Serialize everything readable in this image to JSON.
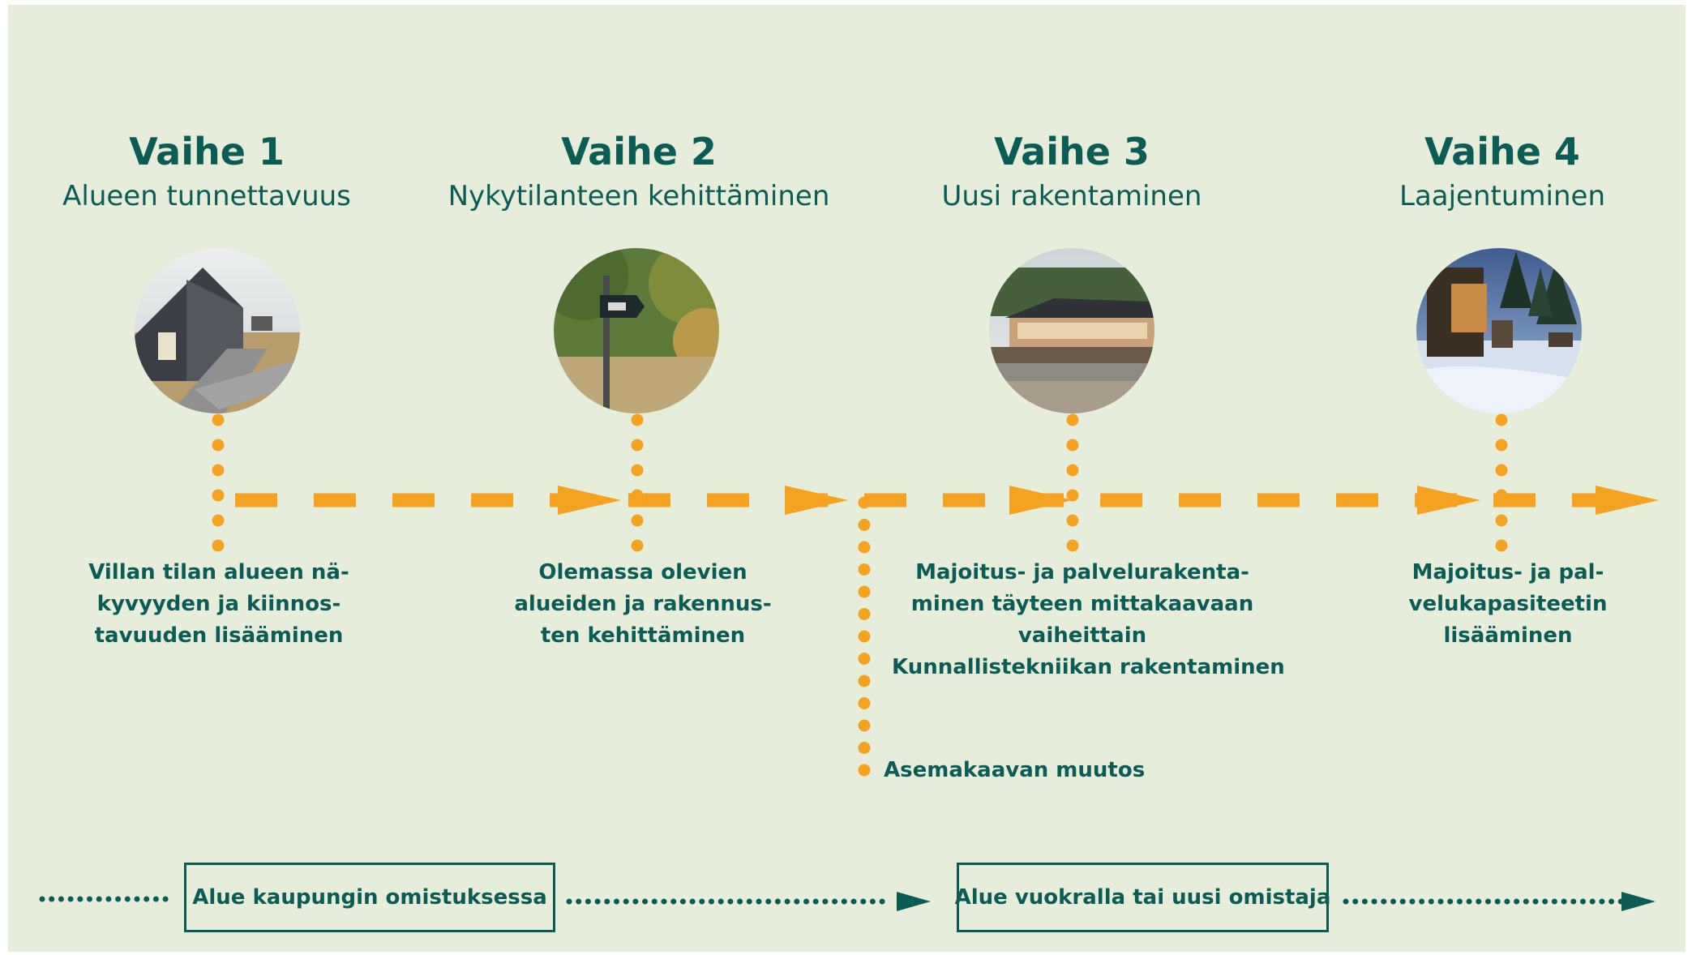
{
  "phases": [
    {
      "title": "Vaihe 1",
      "subtitle": "Alueen tunnettavuus",
      "image_icon": "boardwalk-cabin-photo-icon",
      "description": [
        "Villan tilan alueen nä-",
        "kyvyyden ja kiinnos-",
        "tavuuden lisääminen"
      ]
    },
    {
      "title": "Vaihe 2",
      "subtitle": "Nykytilanteen kehittäminen",
      "image_icon": "villa-signpost-photo-icon",
      "description": [
        "Olemassa olevien",
        "alueiden ja rakennus-",
        "ten kehittäminen"
      ]
    },
    {
      "title": "Vaihe 3",
      "subtitle": "Uusi rakentaminen",
      "image_icon": "lakeside-sauna-photo-icon",
      "description": [
        "Majoitus- ja palvelurakenta-",
        "minen  täyteen mittakaavaan",
        "vaiheittain",
        "Kunnallistekniikan rakentaminen"
      ]
    },
    {
      "title": "Vaihe 4",
      "subtitle": "Laajentuminen",
      "image_icon": "winter-cabins-photo-icon",
      "description": [
        "Majoitus- ja pal-",
        "velukapasiteetin",
        "lisääminen"
      ]
    }
  ],
  "zoning_change": "Asemakaavan muutos",
  "ownership": [
    "Alue kaupungin omistuksessa",
    "Alue vuokralla tai uusi omistaja"
  ],
  "colors": {
    "background": "#e6eedb",
    "accent_orange": "#f4a21f",
    "text_teal": "#0b5c55"
  }
}
